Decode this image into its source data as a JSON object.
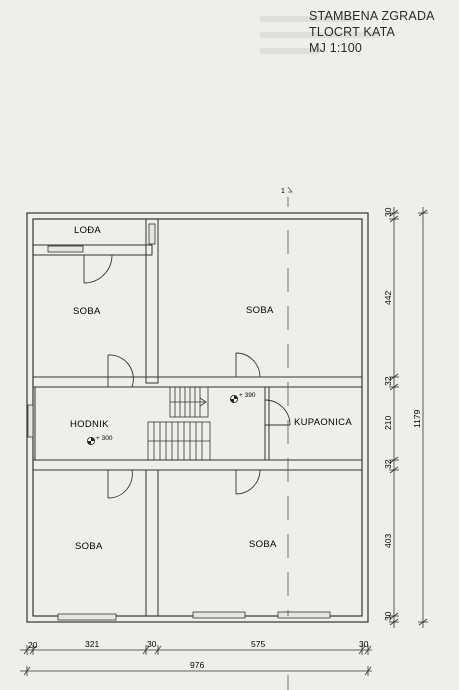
{
  "title": {
    "line1": "STAMBENA ZGRADA",
    "line2": "TLOCRT KATA",
    "line3": "MJ 1:100"
  },
  "section_marker": "1",
  "rooms": [
    {
      "id": "loda",
      "label": "LOĐA"
    },
    {
      "id": "soba-top-left",
      "label": "SOBA"
    },
    {
      "id": "soba-top-right",
      "label": "SOBA"
    },
    {
      "id": "hodnik",
      "label": "HODNIK"
    },
    {
      "id": "kupaonica",
      "label": "KUPAONICA"
    },
    {
      "id": "soba-bottom-left",
      "label": "SOBA"
    },
    {
      "id": "soba-bottom-right",
      "label": "SOBA"
    }
  ],
  "levels": {
    "hodnik": "+ 300",
    "stair_landing": "+ 390"
  },
  "dimensions": {
    "bottom_row": [
      "20",
      "321",
      "30",
      "575",
      "30"
    ],
    "bottom_total": "976",
    "right_column": [
      "30",
      "442",
      "32",
      "210",
      "32",
      "403",
      "30"
    ],
    "right_total": "1179"
  }
}
